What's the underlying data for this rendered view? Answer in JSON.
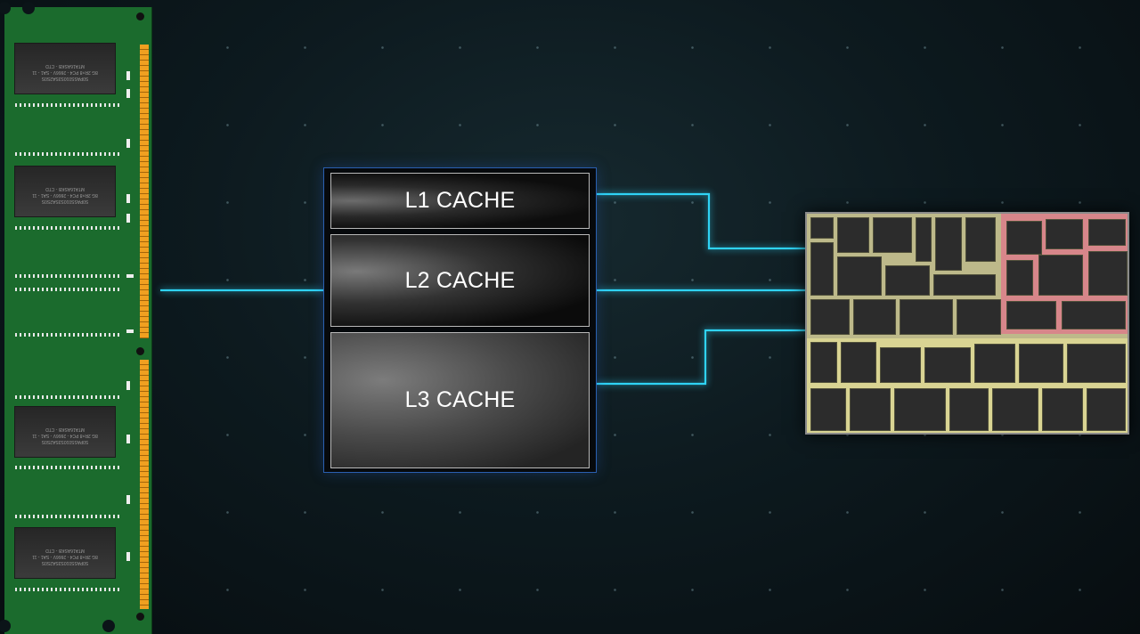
{
  "diagram": {
    "cache_levels": [
      {
        "id": "l1",
        "label": "L1 CACHE"
      },
      {
        "id": "l2",
        "label": "L2 CACHE"
      },
      {
        "id": "l3",
        "label": "L3 CACHE"
      }
    ],
    "left_component": "RAM module",
    "right_component": "CPU die",
    "colors": {
      "background": "#0b1418",
      "wire": "#2fd3f5",
      "cache_border": "#2a5fb0",
      "pcb_green": "#1b6b2d",
      "gold_contacts": "#f0a020"
    },
    "ram_chip_text": [
      "S0PASS010S3SA2S0S",
      "8G 2R×8 PC4 - 2666V - SA1 - 11",
      "MTA16ASKB - CTD"
    ]
  }
}
